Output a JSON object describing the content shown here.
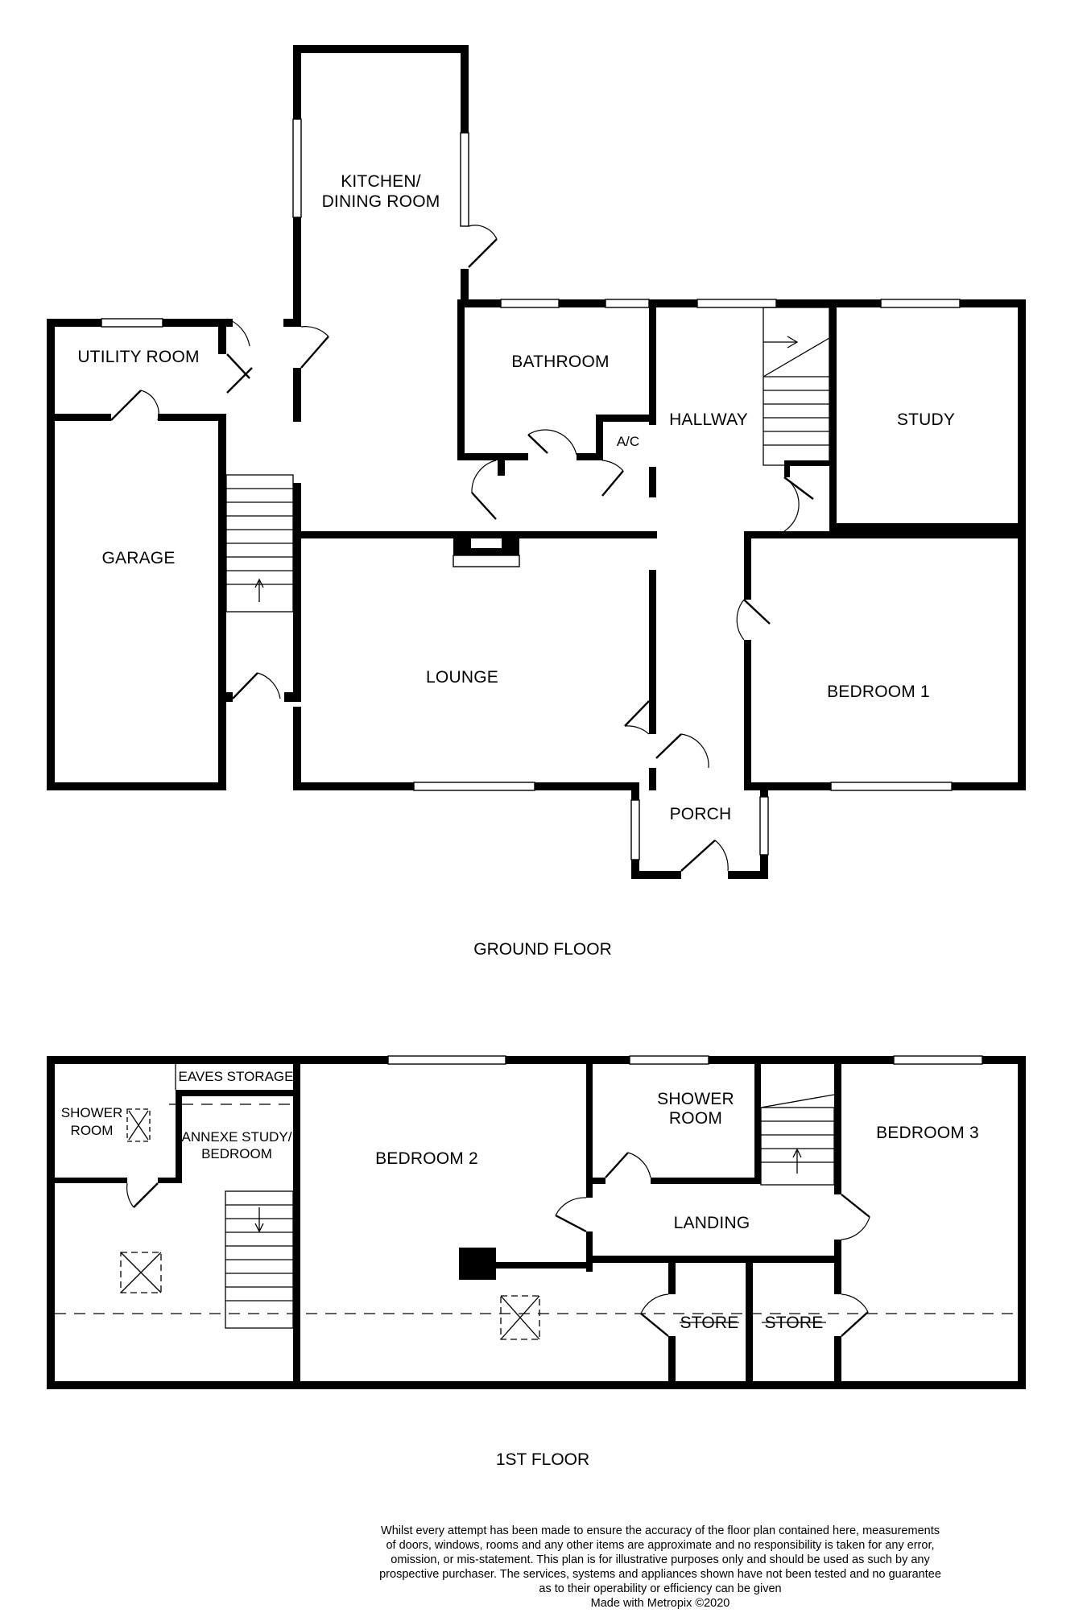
{
  "ground_floor": {
    "title": "GROUND FLOOR",
    "rooms": {
      "kitchen": [
        "KITCHEN/",
        "DINING ROOM"
      ],
      "utility": "UTILITY ROOM",
      "bathroom": "BATHROOM",
      "hallway": "HALLWAY",
      "study": "STUDY",
      "ac": "A/C",
      "garage": "GARAGE",
      "lounge": "LOUNGE",
      "bedroom1": "BEDROOM 1",
      "porch": "PORCH"
    }
  },
  "first_floor": {
    "title": "1ST FLOOR",
    "rooms": {
      "eaves": "EAVES STORAGE",
      "shower_annexe": [
        "SHOWER",
        "ROOM"
      ],
      "annexe_study": [
        "ANNEXE STUDY/",
        "BEDROOM"
      ],
      "bedroom2": "BEDROOM 2",
      "shower_room": [
        "SHOWER",
        "ROOM"
      ],
      "bedroom3": "BEDROOM 3",
      "landing": "LANDING",
      "store_left": "STORE",
      "store_right": "STORE"
    }
  },
  "disclaimer": [
    "Whilst every attempt has been made to ensure the accuracy of the floor plan contained here, measurements",
    "of doors, windows, rooms and any other items are approximate and no responsibility is taken for any error,",
    "omission, or mis-statement. This plan is for illustrative purposes only and should be used as such by any",
    "prospective purchaser. The services, systems and appliances shown have not been tested and no guarantee",
    "as to their operability or efficiency can be given",
    "Made with Metropix ©2020"
  ]
}
